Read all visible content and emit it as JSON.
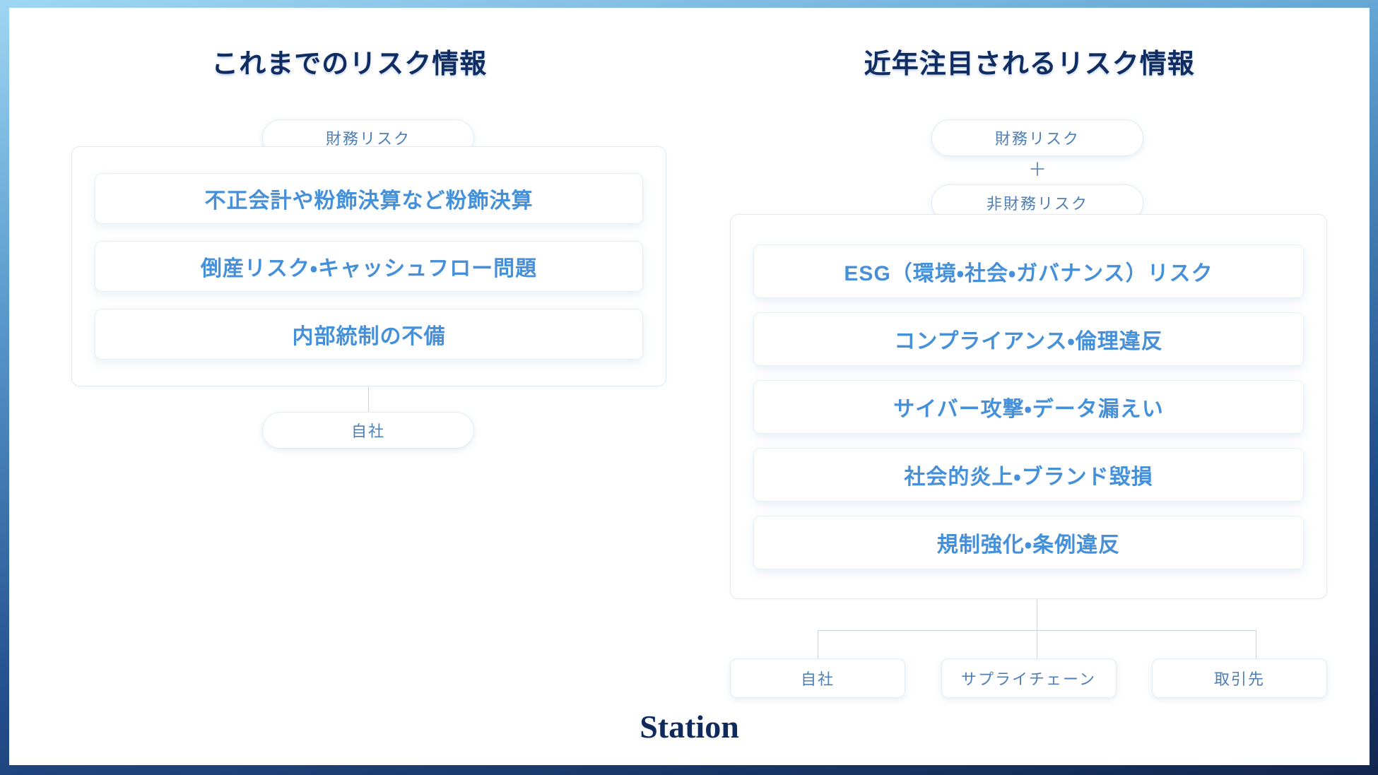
{
  "frame": {
    "border_top_color": "#9fd6f2",
    "border_bottom_color": "#12264f",
    "canvas_color": "#ffffff"
  },
  "theme": {
    "title_color": "#0f2d62",
    "card_text_color": "#4590d8",
    "pill_text_color": "#4e7fb5",
    "connector_color": "#c9d6e0",
    "logo_color": "#112a5c"
  },
  "left_column": {
    "title": "これまでのリスク情報",
    "top_tag": "財務リスク",
    "risks": [
      "不正会計や粉飾決算など粉飾決算",
      "倒産リスク・キャッシュフロー問題",
      "内部統制の不備"
    ],
    "scope": [
      "自社"
    ]
  },
  "right_column": {
    "title": "近年注目されるリスク情報",
    "top_tag": "財務リスク",
    "plus": "＋",
    "second_tag": "非財務リスク",
    "risks": [
      "ESG（環境・社会・ガバナンス）リスク",
      "コンプライアンス・倫理違反",
      "サイバー攻撃・データ漏えい",
      "社会的炎上・ブランド毀損",
      "規制強化・条例違反"
    ],
    "scope": [
      "自社",
      "サプライチェーン",
      "取引先"
    ]
  },
  "footer": {
    "logo": "Station"
  }
}
